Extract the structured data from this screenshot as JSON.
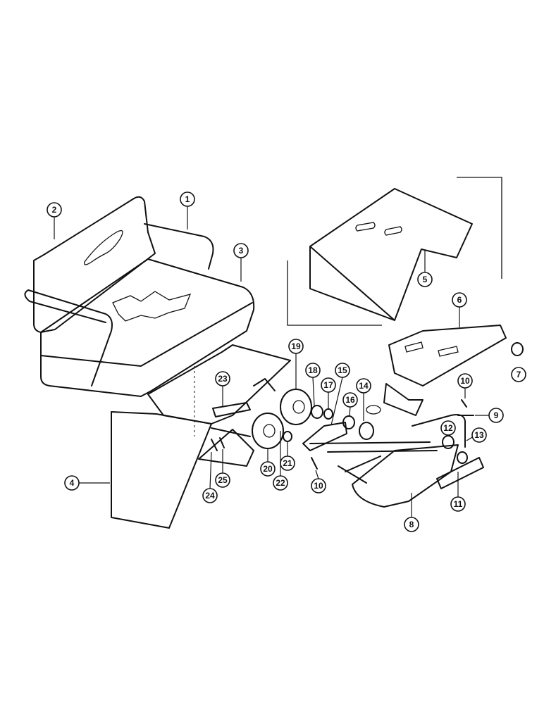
{
  "callouts": [
    {
      "id": "1",
      "label": "1"
    },
    {
      "id": "2",
      "label": "2"
    },
    {
      "id": "3",
      "label": "3"
    },
    {
      "id": "4",
      "label": "4"
    },
    {
      "id": "5",
      "label": "5"
    },
    {
      "id": "6",
      "label": "6"
    },
    {
      "id": "7",
      "label": "7"
    },
    {
      "id": "8",
      "label": "8"
    },
    {
      "id": "9",
      "label": "9"
    },
    {
      "id": "10a",
      "label": "10"
    },
    {
      "id": "10b",
      "label": "10"
    },
    {
      "id": "11",
      "label": "11"
    },
    {
      "id": "12",
      "label": "12"
    },
    {
      "id": "13",
      "label": "13"
    },
    {
      "id": "14",
      "label": "14"
    },
    {
      "id": "15",
      "label": "15"
    },
    {
      "id": "16",
      "label": "16"
    },
    {
      "id": "17",
      "label": "17"
    },
    {
      "id": "18",
      "label": "18"
    },
    {
      "id": "19",
      "label": "19"
    },
    {
      "id": "20",
      "label": "20"
    },
    {
      "id": "21",
      "label": "21"
    },
    {
      "id": "22",
      "label": "22"
    },
    {
      "id": "23",
      "label": "23"
    },
    {
      "id": "24",
      "label": "24"
    },
    {
      "id": "25",
      "label": "25"
    }
  ]
}
